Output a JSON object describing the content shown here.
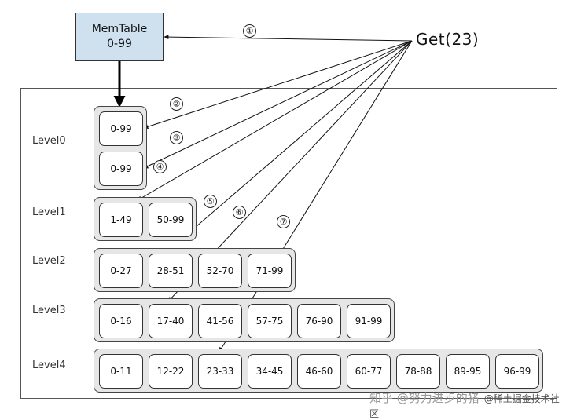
{
  "memtable": {
    "title": "MemTable",
    "range": "0-99"
  },
  "query": {
    "label": "Get(23)"
  },
  "levels": [
    {
      "name": "Level0",
      "tables": [
        "0-99",
        "0-99"
      ]
    },
    {
      "name": "Level1",
      "tables": [
        "1-49",
        "50-99"
      ]
    },
    {
      "name": "Level2",
      "tables": [
        "0-27",
        "28-51",
        "52-70",
        "71-99"
      ]
    },
    {
      "name": "Level3",
      "tables": [
        "0-16",
        "17-40",
        "41-56",
        "57-75",
        "76-90",
        "91-99"
      ]
    },
    {
      "name": "Level4",
      "tables": [
        "0-11",
        "12-22",
        "23-33",
        "34-45",
        "46-60",
        "60-77",
        "78-88",
        "89-95",
        "96-99"
      ]
    }
  ],
  "steps": [
    "①",
    "②",
    "③",
    "④",
    "⑤",
    "⑥",
    "⑦"
  ],
  "watermark": {
    "text": "知乎 @努力进步的猪",
    "source": "@稀土掘金技术社区"
  }
}
